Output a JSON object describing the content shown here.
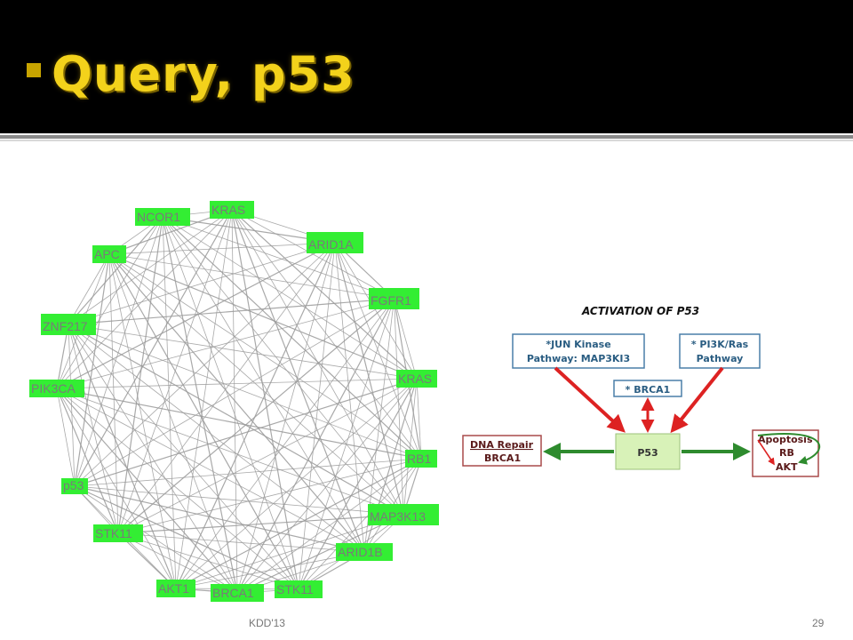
{
  "slide": {
    "title": "Query, p53",
    "footer_left": "KDD'13",
    "page_number": "29"
  },
  "network": {
    "node_color": "#33ee33",
    "edge_color": "#9a9a9a",
    "nodes": [
      {
        "label": "KRAS"
      },
      {
        "label": "NCOR1"
      },
      {
        "label": "ARID1A"
      },
      {
        "label": "APC"
      },
      {
        "label": "FGFR1"
      },
      {
        "label": "ZNF217"
      },
      {
        "label": "KRAS"
      },
      {
        "label": "PIK3CA"
      },
      {
        "label": "RB1"
      },
      {
        "label": "p53"
      },
      {
        "label": "MAP3K13"
      },
      {
        "label": "STK11"
      },
      {
        "label": "ARID1B"
      },
      {
        "label": "AKT1"
      },
      {
        "label": "BRCA1"
      },
      {
        "label": "STK11"
      }
    ]
  },
  "pathway": {
    "heading": "ACTIVATION OF P53",
    "jun_line1": "*JUN Kinase",
    "jun_line2": "Pathway: MAP3KI3",
    "pi3k_line1": "* PI3K/Ras",
    "pi3k_line2": "Pathway",
    "brca1_top": "* BRCA1",
    "p53": "P53",
    "dna_line1": "DNA Repair",
    "dna_line2": "BRCA1",
    "out_line1": "Apoptosis",
    "out_line2": "RB",
    "out_line3": "AKT",
    "colors": {
      "activator_border": "#4a7fa8",
      "activator_text": "#2a5d82",
      "output_border": "#a84a4a",
      "output_text": "#5a1a1a",
      "p53_fill": "#d8f2b8",
      "red_arrow": "#dd2222",
      "green_arrow": "#2e8b2e"
    }
  }
}
